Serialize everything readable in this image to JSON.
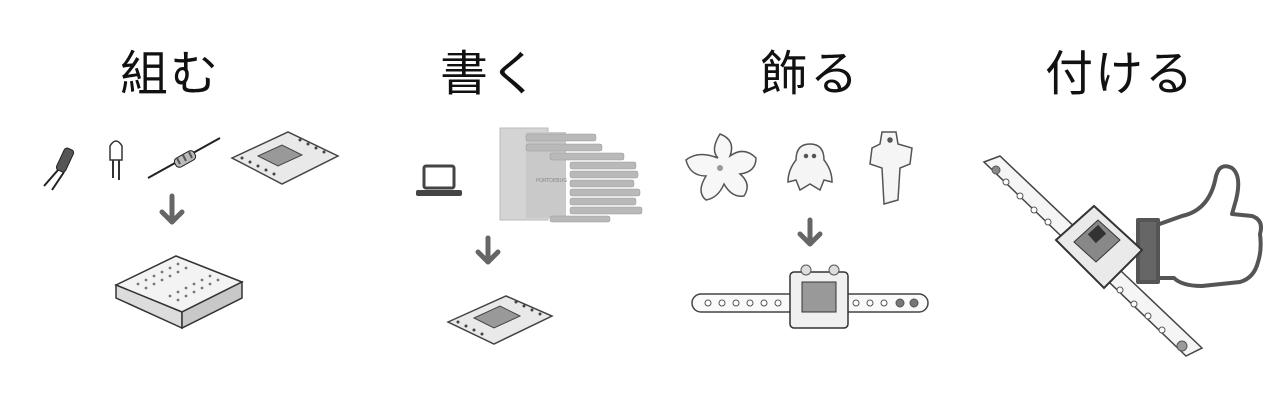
{
  "steps": [
    {
      "title": "組む",
      "icon": "assemble-parts-icon"
    },
    {
      "title": "書く",
      "icon": "code-blocks-icon"
    },
    {
      "title": "飾る",
      "icon": "decorate-icon"
    },
    {
      "title": "付ける",
      "icon": "wear-wristband-icon"
    }
  ],
  "code_panel_label": "PORTDEBUG"
}
